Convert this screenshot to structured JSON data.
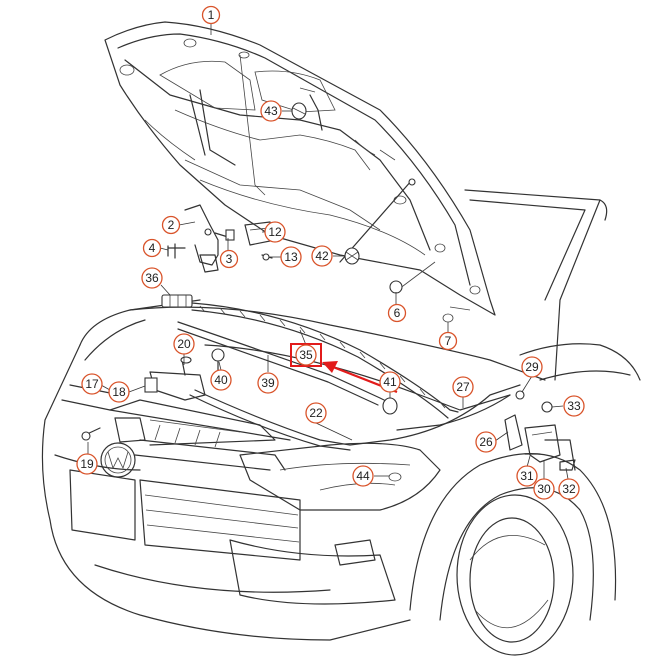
{
  "colors": {
    "callout_ring": "#d9542b",
    "highlight_box": "#e21b1b",
    "arrow": "#e21b1b",
    "line_art": "#333333"
  },
  "callouts": [
    {
      "id": "c1",
      "label": "1"
    },
    {
      "id": "c2",
      "label": "2"
    },
    {
      "id": "c3",
      "label": "3"
    },
    {
      "id": "c4",
      "label": "4"
    },
    {
      "id": "c6",
      "label": "6"
    },
    {
      "id": "c7",
      "label": "7"
    },
    {
      "id": "c12",
      "label": "12"
    },
    {
      "id": "c13",
      "label": "13"
    },
    {
      "id": "c17",
      "label": "17"
    },
    {
      "id": "c18",
      "label": "18"
    },
    {
      "id": "c19",
      "label": "19"
    },
    {
      "id": "c20",
      "label": "20"
    },
    {
      "id": "c22",
      "label": "22"
    },
    {
      "id": "c26",
      "label": "26"
    },
    {
      "id": "c27",
      "label": "27"
    },
    {
      "id": "c29",
      "label": "29"
    },
    {
      "id": "c30",
      "label": "30"
    },
    {
      "id": "c31",
      "label": "31"
    },
    {
      "id": "c32",
      "label": "32"
    },
    {
      "id": "c33",
      "label": "33"
    },
    {
      "id": "c35",
      "label": "35",
      "highlighted": true
    },
    {
      "id": "c36",
      "label": "36"
    },
    {
      "id": "c39",
      "label": "39"
    },
    {
      "id": "c40",
      "label": "40"
    },
    {
      "id": "c41",
      "label": "41"
    },
    {
      "id": "c42",
      "label": "42"
    },
    {
      "id": "c43",
      "label": "43"
    },
    {
      "id": "c44",
      "label": "44"
    }
  ]
}
